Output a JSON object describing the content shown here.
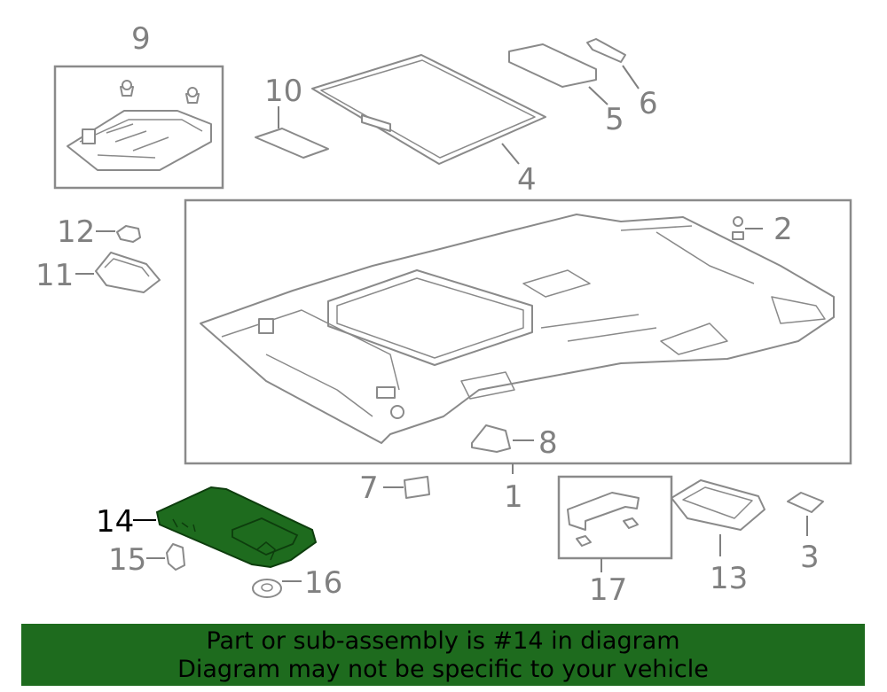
{
  "diagram": {
    "callouts": [
      {
        "id": "1",
        "text": "1"
      },
      {
        "id": "2",
        "text": "2"
      },
      {
        "id": "3",
        "text": "3"
      },
      {
        "id": "4",
        "text": "4"
      },
      {
        "id": "5",
        "text": "5"
      },
      {
        "id": "6",
        "text": "6"
      },
      {
        "id": "7",
        "text": "7"
      },
      {
        "id": "8",
        "text": "8"
      },
      {
        "id": "9",
        "text": "9"
      },
      {
        "id": "10",
        "text": "10"
      },
      {
        "id": "11",
        "text": "11"
      },
      {
        "id": "12",
        "text": "12"
      },
      {
        "id": "13",
        "text": "13"
      },
      {
        "id": "14",
        "text": "14"
      },
      {
        "id": "15",
        "text": "15"
      },
      {
        "id": "16",
        "text": "16"
      },
      {
        "id": "17",
        "text": "17"
      }
    ],
    "highlighted_part": "14",
    "highlight_color": "#1e6b1e",
    "line_color": "#8a8a8a"
  },
  "banner": {
    "line1": "Part or sub-assembly is #14 in diagram",
    "line2": "Diagram may not be specific to your vehicle",
    "background": "#1e6b1e"
  }
}
